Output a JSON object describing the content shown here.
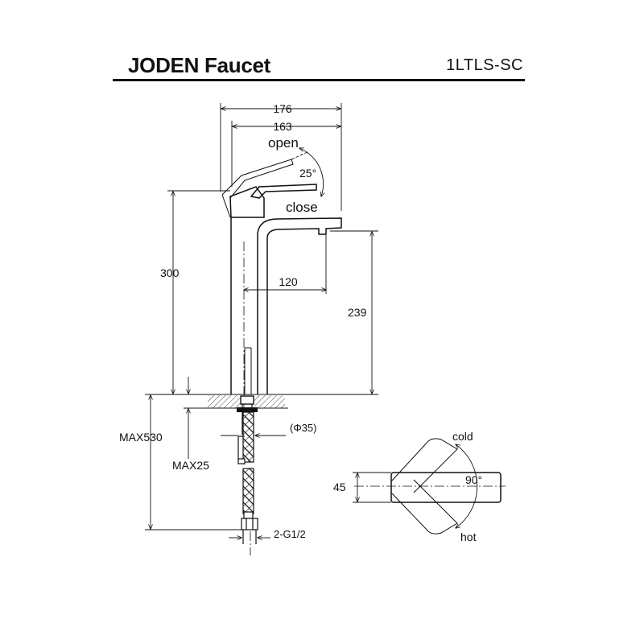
{
  "header": {
    "title": "JODEN Faucet",
    "model": "1LTLS-SC"
  },
  "dimensions": {
    "total_depth": "176",
    "handle_depth": "163",
    "open_label": "open",
    "angle_label": "25°",
    "close_label": "close",
    "height": "300",
    "spout_reach": "120",
    "spout_height": "239",
    "max_hose": "MAX530",
    "max_deck": "MAX25",
    "hole_diameter": "(Φ35)",
    "connection": "2-G1/2"
  },
  "top_view": {
    "cold_label": "cold",
    "hot_label": "hot",
    "rotation_label": "90°",
    "width_label": "45"
  }
}
